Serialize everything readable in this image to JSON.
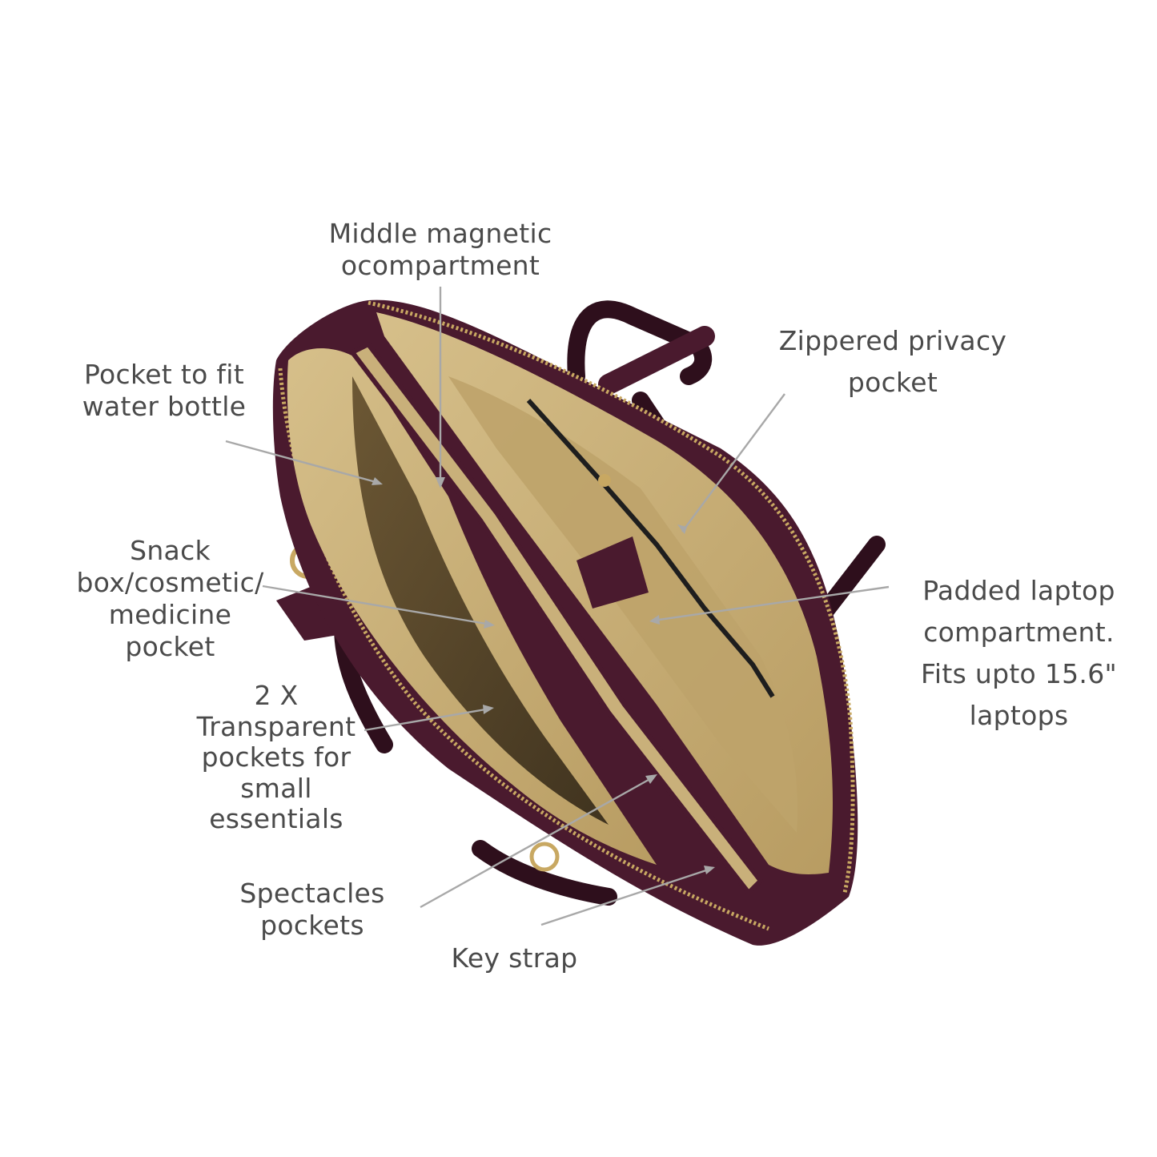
{
  "colors": {
    "background": "#ffffff",
    "text": "#4a4a4a",
    "leader_line": "#a8a8a8",
    "leather": "#4a1a2e",
    "leather_dark": "#2e0f1c",
    "lining": "#c9b07a",
    "lining_dark": "#8f7748",
    "zipper": "#c8a862"
  },
  "labels": {
    "middle_magnetic": "Middle magnetic\nocompartment",
    "zippered_privacy": "Zippered privacy\npocket",
    "water_bottle": "Pocket to fit\nwater bottle",
    "snack_box": "Snack\nbox/cosmetic/\nmedicine\npocket",
    "padded_laptop": "Padded laptop\ncompartment.\nFits upto 15.6\"\nlaptops",
    "transparent_pockets": "2 X\nTransparent\npockets for\nsmall\nessentials",
    "spectacles": "Spectacles\npockets",
    "key_strap": "Key strap"
  }
}
